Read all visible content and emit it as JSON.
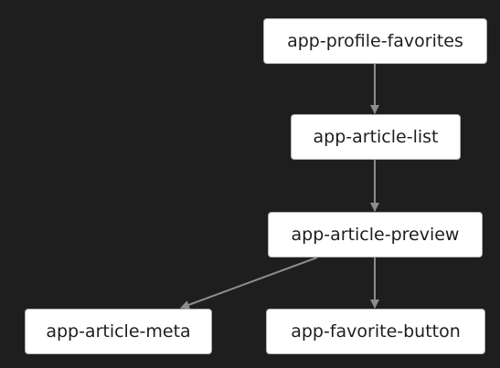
{
  "colors": {
    "background": "#1e1e1e",
    "node_fill": "#ffffff",
    "node_border": "#b0b0b0",
    "node_text": "#1e1e1e",
    "edge": "#8c8c8c"
  },
  "nodes": {
    "profile_favorites": "app-profile-favorites",
    "article_list": "app-article-list",
    "article_preview": "app-article-preview",
    "article_meta": "app-article-meta",
    "favorite_button": "app-favorite-button"
  },
  "edges": [
    {
      "from": "profile_favorites",
      "to": "article_list"
    },
    {
      "from": "article_list",
      "to": "article_preview"
    },
    {
      "from": "article_preview",
      "to": "article_meta"
    },
    {
      "from": "article_preview",
      "to": "favorite_button"
    }
  ]
}
